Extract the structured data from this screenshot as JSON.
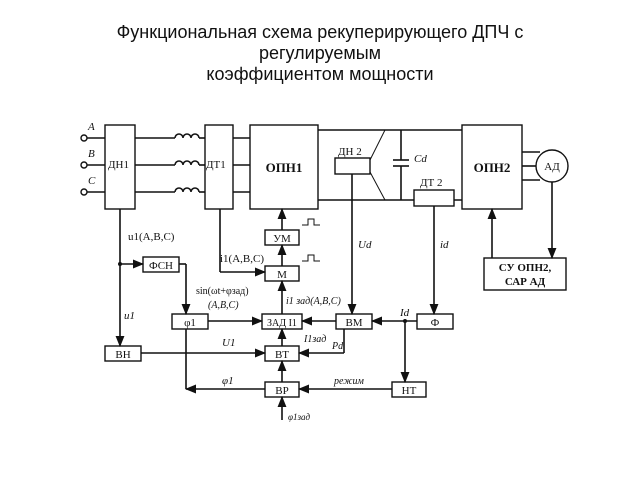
{
  "title": {
    "line1": "Функциональная схема рекуперирующего ДПЧ с",
    "line2": "регулируемым",
    "line3": "коэффициентом мощности"
  },
  "diagram": {
    "phases": [
      "A",
      "B",
      "C"
    ],
    "blocks": {
      "dn1": "ДН1",
      "dt1": "ДТ1",
      "opn1": "ОПН1",
      "dn2": "ДН 2",
      "dt2": "ДТ 2",
      "opn2": "ОПН2",
      "ad": "АД",
      "um": "УМ",
      "m": "М",
      "fsn": "ФСН",
      "phi1_block": "φ1",
      "zad_i1": "ЗАД I1",
      "vm": "ВМ",
      "f_block": "Ф",
      "vn": "ВН",
      "vt": "ВТ",
      "vr": "ВР",
      "nt": "НТ",
      "su_line1": "СУ ОПН2,",
      "su_line2": "САР АД"
    },
    "labels": {
      "cd": "Cd",
      "u1abc": "u1(A,B,C)",
      "i1abc": "i1(A,B,C)",
      "sin_line1": "sin(ωt+φзад)",
      "sin_line2": "(A,B,C)",
      "i1zad_abc": "i1 зад(A,B,C)",
      "ud": "Ud",
      "id": "id",
      "u1": "u1",
      "id_cap": "Id",
      "i1zad": "I1зад",
      "U1": "U1",
      "pd": "Pd",
      "phi1": "φ1",
      "rezhim": "режим",
      "phi1zad": "φ1зад"
    }
  }
}
